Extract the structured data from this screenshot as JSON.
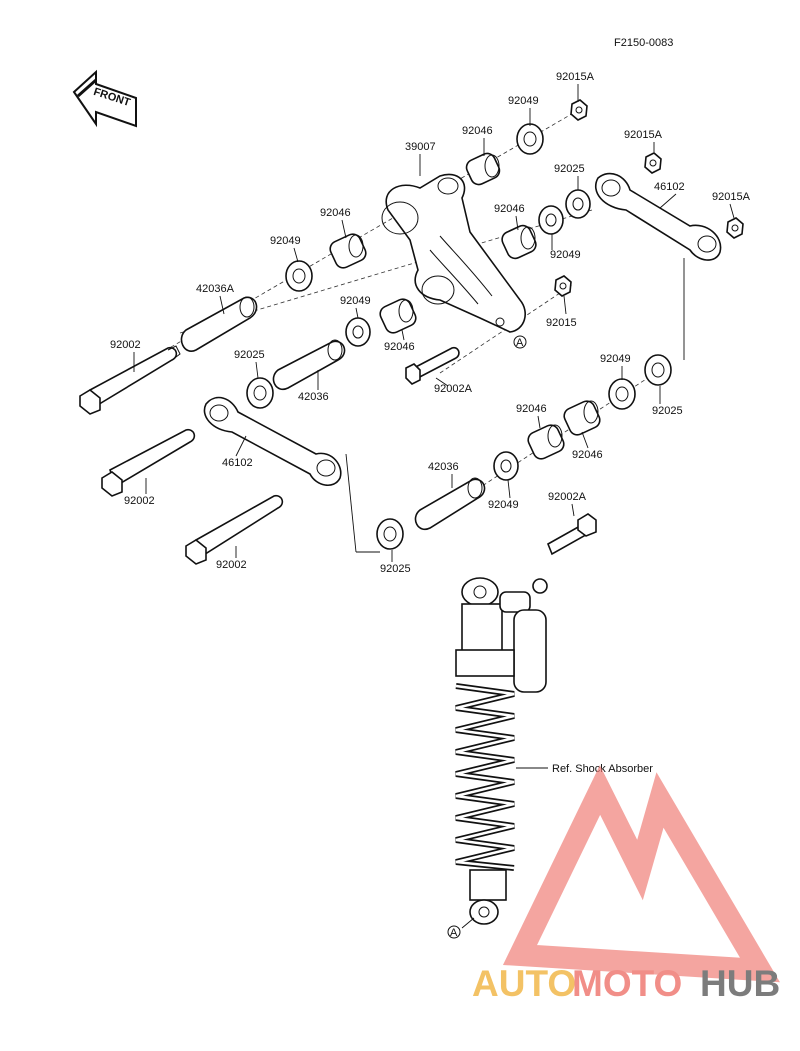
{
  "diagram_code": "F2150-0083",
  "front_label": "FRONT",
  "ref_label": "Ref. Shock Absorber",
  "callout_marker": "A",
  "watermark": {
    "part1": "AUTO",
    "part2": "MOTO",
    "part3": "HUB",
    "color_auto": "#f2b84b",
    "color_moto": "#ef7b74",
    "color_hub": "#666666"
  },
  "parts": [
    "92015A",
    "92049",
    "92046",
    "39007",
    "92015A",
    "92025",
    "46102",
    "92015A",
    "92046",
    "92049",
    "92046",
    "92049",
    "42036A",
    "92049",
    "92015",
    "92002",
    "92046",
    "92025",
    "42036",
    "92002A",
    "92049",
    "92025",
    "92046",
    "92046",
    "46102",
    "92002",
    "42036",
    "92049",
    "92002A",
    "92002",
    "92025"
  ]
}
